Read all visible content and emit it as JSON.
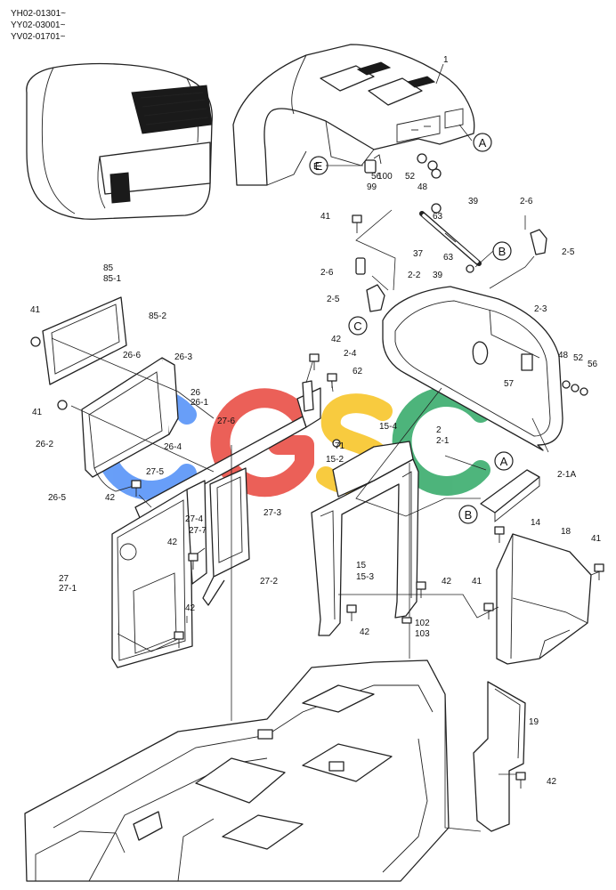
{
  "serial_ranges": [
    "YH02-01301~",
    "YY02-03001~",
    "YV02-01701~"
  ],
  "watermark": {
    "letters": [
      "C",
      "G",
      "S",
      "C"
    ],
    "colors": [
      "#4e8ef7",
      "#e8453c",
      "#f7c21e",
      "#2fa865"
    ]
  },
  "callouts": [
    "A",
    "E",
    "B",
    "C",
    "A",
    "B"
  ],
  "part_labels": [
    "1",
    "E",
    "56",
    "52",
    "48",
    "100",
    "99",
    "39",
    "63",
    "2-6",
    "41",
    "37",
    "2-5",
    "63",
    "39",
    "85",
    "85-1",
    "2-6",
    "2-2",
    "2-3",
    "85-2",
    "41",
    "2-5",
    "42",
    "2-4",
    "48",
    "52",
    "56",
    "26-6",
    "26-3",
    "62",
    "57",
    "26",
    "26-1",
    "41",
    "27-6",
    "2",
    "2-1",
    "15-4",
    "71",
    "26-2",
    "26-4",
    "15-2",
    "2-1A",
    "27-5",
    "26-5",
    "42",
    "27-4",
    "14",
    "27-7",
    "27-3",
    "42",
    "18",
    "41",
    "15",
    "15-3",
    "27",
    "27-1",
    "27-2",
    "42",
    "41",
    "42",
    "102",
    "103",
    "42",
    "19",
    "42"
  ],
  "icons": {
    "engine_hood_cover": "engine-hood-icon",
    "reference_view": "machine-rear-view-icon",
    "gas_spring": "gas-spring-icon",
    "bolt": "bolt-icon"
  }
}
